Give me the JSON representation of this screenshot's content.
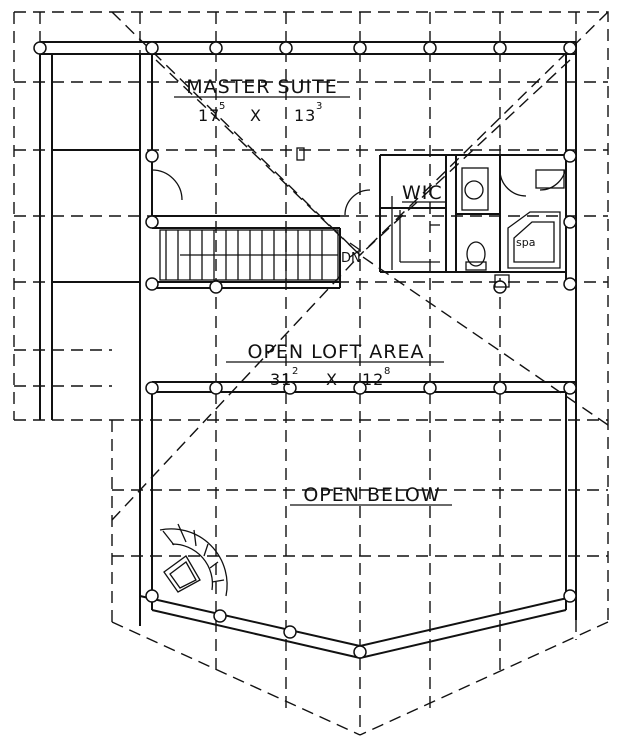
{
  "plan": {
    "rooms": {
      "master_suite": {
        "name": "MASTER SUITE",
        "dim_a": "17",
        "dim_a_sup": "5",
        "dim_sep": "X",
        "dim_b": "13",
        "dim_b_sup": "3"
      },
      "open_loft": {
        "name": "OPEN LOFT AREA",
        "dim_a": "31",
        "dim_a_sup": "2",
        "dim_sep": "X",
        "dim_b": "12",
        "dim_b_sup": "8"
      },
      "open_below": {
        "name": "OPEN BELOW"
      }
    },
    "labels": {
      "wic": "WIC",
      "spa": "spa",
      "stair_down": "DN"
    }
  }
}
